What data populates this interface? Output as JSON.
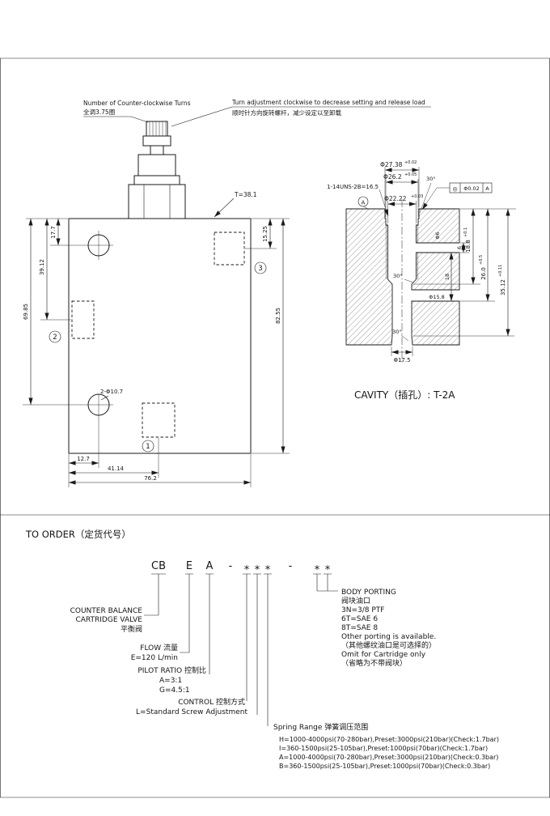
{
  "page": {
    "bg": "#ffffff",
    "line_color": "#1a1a1a"
  },
  "notes": {
    "ccw_en": "Number of Counter-clockwise Turns",
    "ccw_cn": "全调3.75圈",
    "cw_en": "Turn adjustment clockwise to decrease setting and release load",
    "cw_cn": "顺时针方向旋转螺杆，减少设定以至卸载"
  },
  "valve": {
    "t_dim": "T=38.1",
    "dim_17_7": "17.7",
    "dim_39_12": "39.12",
    "dim_69_85": "69.85",
    "dim_15_25": "15.25",
    "dim_82_55": "82.55",
    "dim_holes": "2-Φ10.7",
    "dim_12_7": "12.7",
    "dim_41_14": "41.14",
    "dim_76_2": "76.2",
    "port1": "1",
    "port2": "2",
    "port3": "3"
  },
  "cavity": {
    "title": "CAVITY（插孔）: T-2A",
    "thread": "1-14UNS-2B=16.5",
    "dia_27": "Φ27.38",
    "dia_27_tol": "+0.02",
    "dia_26": "Φ26.2",
    "dia_26_tol": "+0.05",
    "dia_22": "Φ22.22",
    "dia_22_tol": "+0.03",
    "tol_sym": "◎",
    "tol_val": "Φ0.02",
    "tol_datum": "A",
    "datum": "A",
    "angle_top": "30°",
    "angle_mid": "30°",
    "angle_bot": "30°",
    "dia_6": "Φ6",
    "dim_6": "6",
    "dim_18": "18",
    "dim_18_8": "18.8",
    "dim_18_8_tol": "+0.1",
    "dim_26_0": "26.0",
    "dim_26_0_tol": "+0.5",
    "dim_35_12": "35.12",
    "dim_35_12_tol": "+0.11",
    "dia_15": "Φ15.8",
    "dia_17_5": "Φ17.5"
  },
  "order": {
    "title": "TO ORDER（定货代号）",
    "code": {
      "p1": "CB",
      "p2": "E",
      "p3": "A",
      "dash1": "-",
      "s1": "*",
      "s2": "*",
      "s3": "*",
      "dash2": "-",
      "s4": "*",
      "s5": "*"
    },
    "counter_balance": {
      "l1": "COUNTER BALANCE",
      "l2": "CARTRIDGE VALVE",
      "l3": "平衡阀"
    },
    "flow": {
      "l1": "FLOW 流量",
      "l2": "E=120 L/min"
    },
    "pilot": {
      "l1": "PILOT RATIO 控制比",
      "l2": "A=3:1",
      "l3": "G=4.5:1"
    },
    "control": {
      "l1": "CONTROL 控制方式",
      "l2": "L=Standard Screw Adjustment"
    },
    "spring": {
      "title": "Spring Range 弹簧调压范围",
      "items": [
        "H=1000-4000psi(70-280bar),Preset:3000psi(210bar)(Check:1.7bar)",
        "I=360-1500psi(25-105bar),Preset:1000psi(70bar)(Check:1.7bar)",
        "A=1000-4000psi(70-280bar),Preset:3000psi(210bar)(Check:0.3bar)",
        "B=360-1500psi(25-105bar),Preset:1000psi(70bar)(Check:0.3bar)"
      ]
    },
    "porting": {
      "l1": "BODY PORTING",
      "l2": "阀块油口",
      "l3": "3N=3/8 PTF",
      "l4": "6T=SAE 6",
      "l5": "8T=SAE 8",
      "l6": "Other porting is available.",
      "l7": "（其他螺纹油口是可选择的）",
      "l8": "Omit for Cartridge only",
      "l9": "（省略为不带阀块）"
    }
  }
}
